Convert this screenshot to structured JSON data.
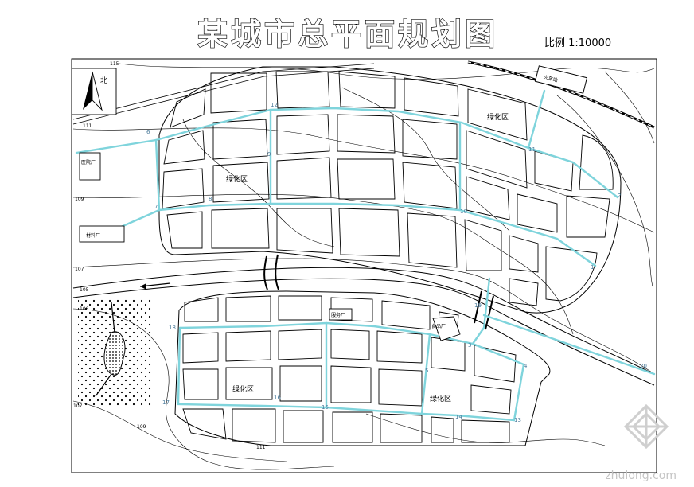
{
  "map": {
    "title": "某城市总平面规划图",
    "scale_label": "比例  1:10000",
    "north": "北",
    "watermark": "zhulong.com",
    "zones": {
      "green_top_left": "绿化区",
      "green_top_right": "绿化区",
      "green_bottom_left": "绿化区",
      "green_bottom_right": "绿化区"
    },
    "facilities": {
      "hospital": "医院厂",
      "station": "火车站",
      "materials": "材料厂",
      "service": "服务厂",
      "food": "食品厂"
    },
    "contours": {
      "c115": "115",
      "c111_top": "111",
      "c109_left": "109",
      "c107_left": "107",
      "c105": "105",
      "c106": "106",
      "c107_bottom": "107",
      "c109_bottom": "109",
      "c111_bottom": "111"
    },
    "nodes": [
      "1",
      "2",
      "3",
      "4",
      "5",
      "6",
      "7",
      "8",
      "9",
      "10",
      "11",
      "12",
      "13",
      "14",
      "15",
      "16",
      "17",
      "18",
      "19",
      "20"
    ],
    "colors": {
      "line": "#000000",
      "water": "#7fd4dc",
      "background": "#ffffff"
    }
  }
}
